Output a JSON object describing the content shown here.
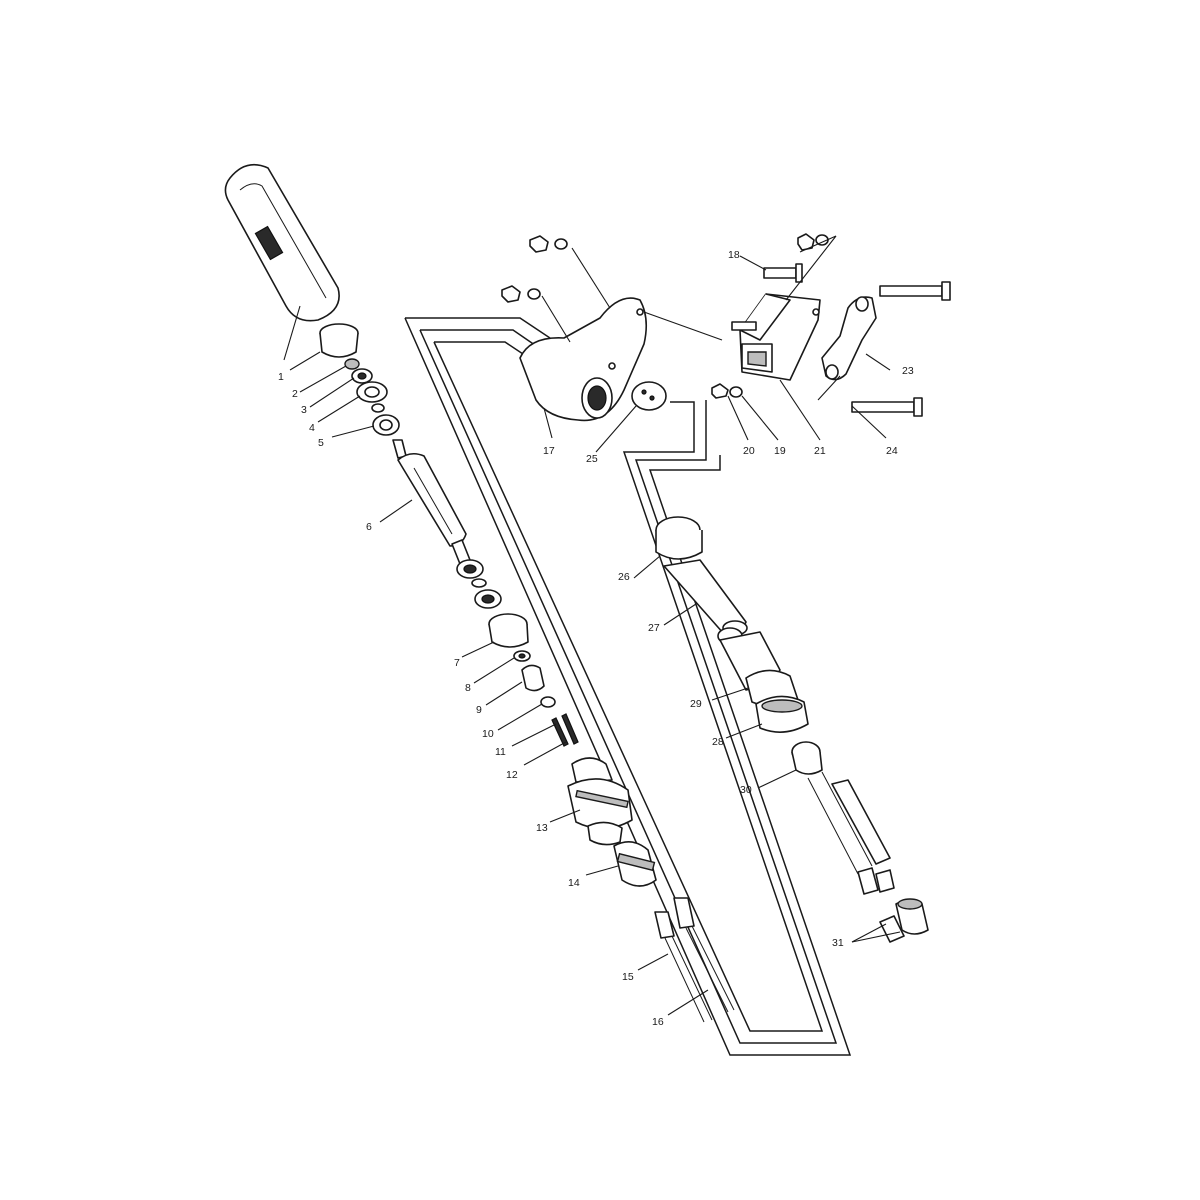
{
  "callouts": [
    "1",
    "2",
    "3",
    "4",
    "5",
    "6",
    "7",
    "8",
    "9",
    "10",
    "11",
    "12",
    "13",
    "14",
    "15",
    "16",
    "17",
    "18",
    "19",
    "20",
    "21",
    "23",
    "24",
    "25",
    "26",
    "27",
    "28",
    "29",
    "30",
    "31"
  ],
  "colors": {
    "line": "#1a1a1a",
    "background": "#ffffff",
    "shade": "#bdbdbd"
  }
}
